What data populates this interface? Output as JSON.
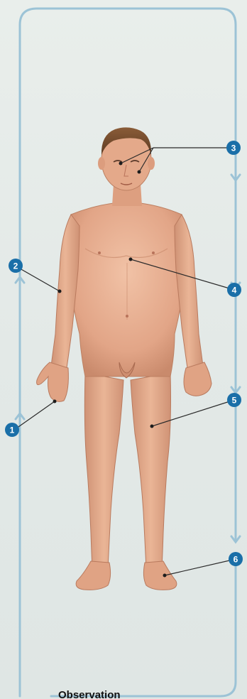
{
  "caption": "Observation",
  "colors": {
    "cycle_line": "#9cc3d6",
    "marker_fill": "#1a6fa8",
    "leader_line": "#2a2a2a",
    "skin": "#e3a98b"
  },
  "markers": [
    {
      "number": "1"
    },
    {
      "number": "2"
    },
    {
      "number": "3"
    },
    {
      "number": "4"
    },
    {
      "number": "5"
    },
    {
      "number": "6"
    }
  ]
}
